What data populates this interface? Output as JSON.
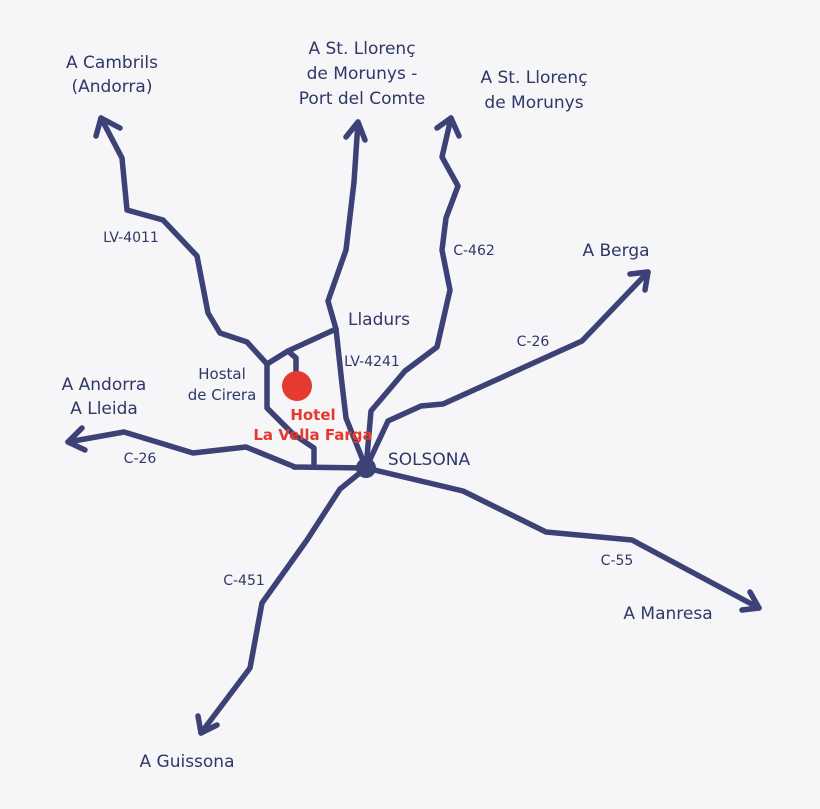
{
  "colors": {
    "road": "#3c4275",
    "text": "#2f3766",
    "hotel": "#e53a2f",
    "background": "#f6f6f8"
  },
  "destinations": {
    "cambrils": [
      "A Cambrils",
      "(Andorra)"
    ],
    "llorenc_port": [
      "A St. Llorenç",
      "de Morunys -",
      "Port del Comte"
    ],
    "llorenc": [
      "A St. Llorenç",
      "de Morunys"
    ],
    "berga": "A Berga",
    "andorra_lleida": [
      "A Andorra",
      "A Lleida"
    ],
    "manresa": "A Manresa",
    "guissona": "A Guissona"
  },
  "roads": {
    "lv4011": "LV-4011",
    "c462": "C-462",
    "c26_east": "C-26",
    "lv4241": "LV-4241",
    "c26_west": "C-26",
    "c55": "C-55",
    "c451": "C-451"
  },
  "places": {
    "lladurs": "Lladurs",
    "hostal": [
      "Hostal",
      "de Cirera"
    ],
    "solsona": "SOLSONA"
  },
  "hotel": [
    "Hotel",
    "La Vella Farga"
  ]
}
